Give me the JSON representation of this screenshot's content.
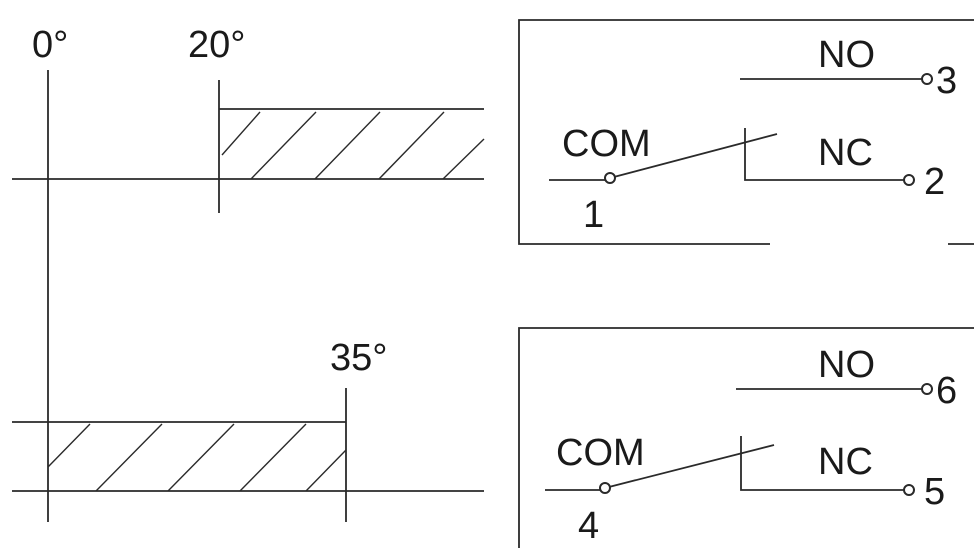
{
  "angles": {
    "a0": "0°",
    "a20": "20°",
    "a35": "35°"
  },
  "switch1": {
    "no_label": "NO",
    "nc_label": "NC",
    "com_label": "COM",
    "no_pin": "3",
    "nc_pin": "2",
    "com_pin": "1"
  },
  "switch2": {
    "no_label": "NO",
    "nc_label": "NC",
    "com_label": "COM",
    "no_pin": "6",
    "nc_pin": "5",
    "com_pin": "4"
  }
}
